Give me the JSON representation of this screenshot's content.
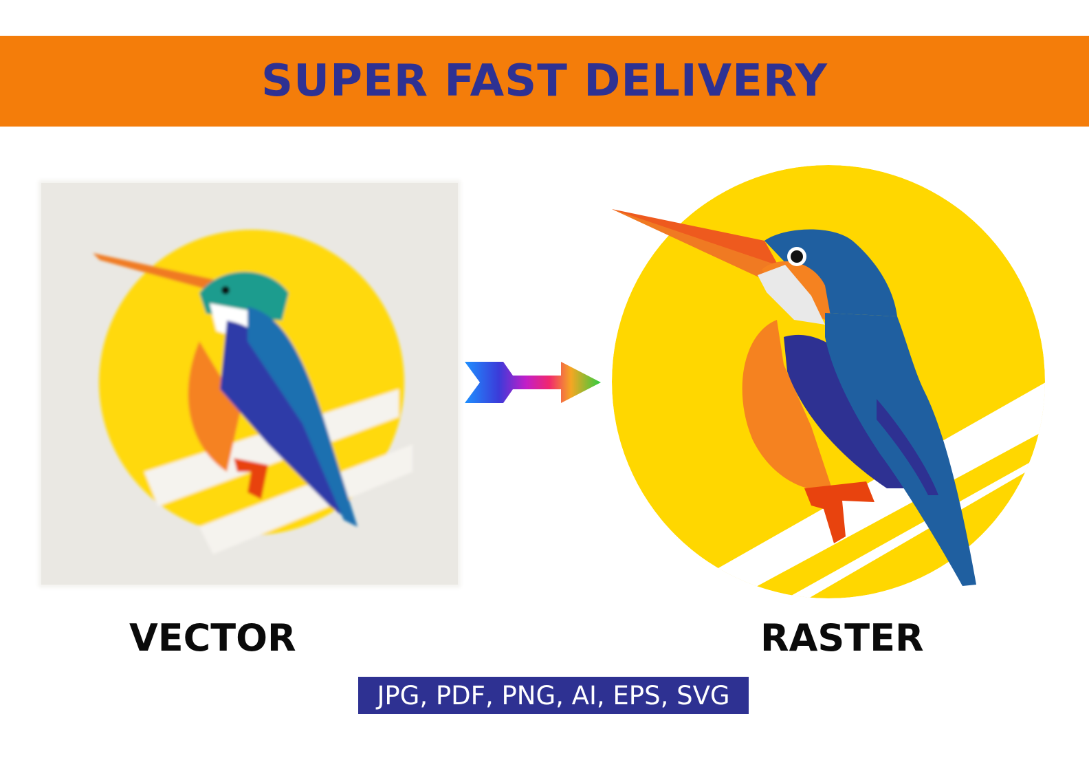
{
  "banner": {
    "title": "SUPER FAST DELIVERY"
  },
  "labels": {
    "left": "VECTOR",
    "right": "RASTER"
  },
  "formats": "JPG, PDF, PNG, AI, EPS, SVG",
  "colors": {
    "banner_bg": "#F47D0A",
    "brand_blue": "#2E3192",
    "sun_yellow": "#FFD700",
    "bird_blue": "#1F5FA0",
    "bird_orange": "#F58220",
    "feet_red": "#E8430E"
  },
  "icons": [
    "kingfisher-illustration",
    "gradient-arrow"
  ]
}
